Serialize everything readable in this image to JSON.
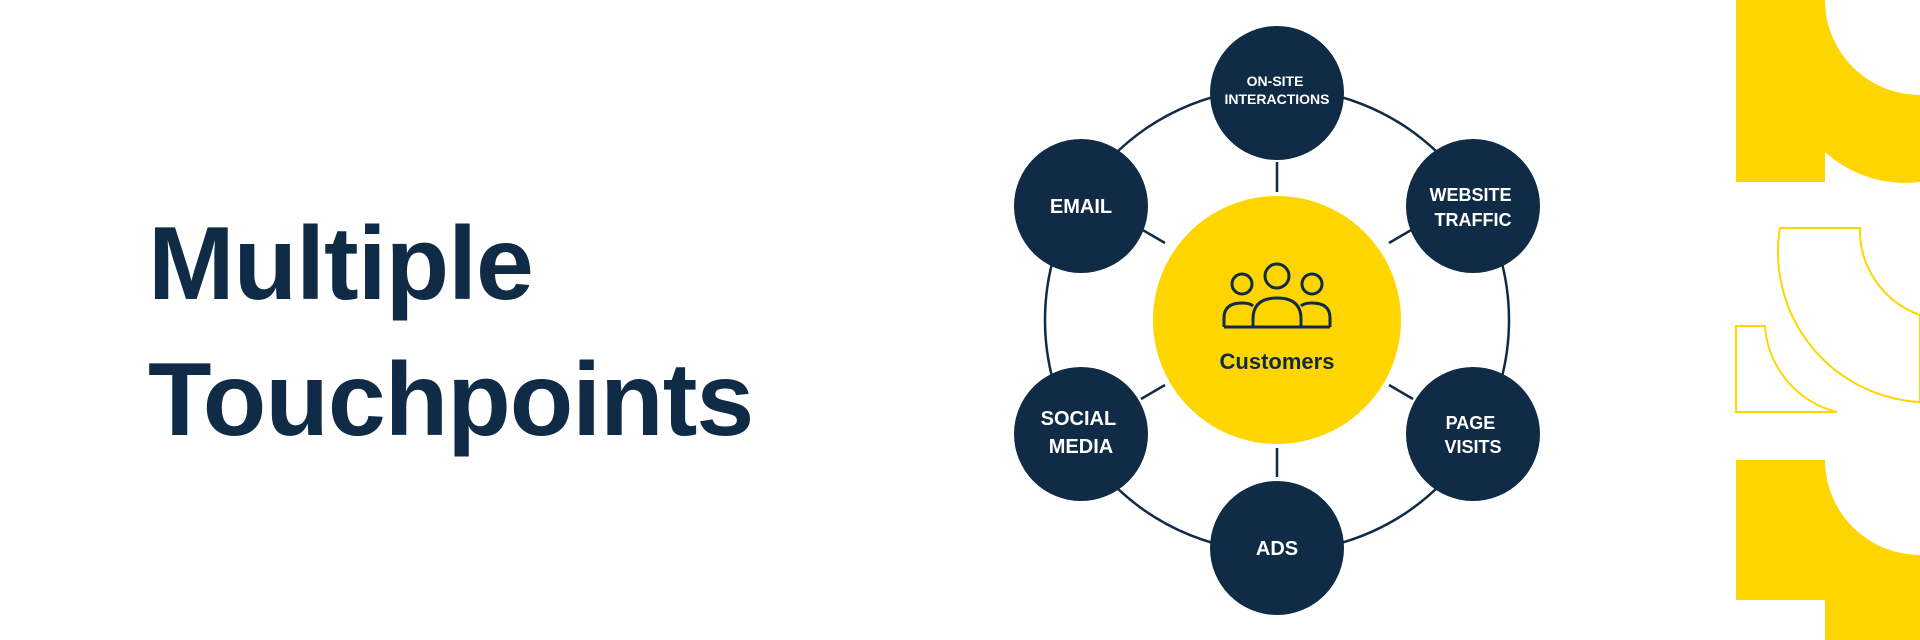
{
  "headline": {
    "line1": "Multiple",
    "line2": "Touchpoints"
  },
  "hub": {
    "label": "Customers",
    "icon": "people-group-icon"
  },
  "touchpoints": [
    {
      "id": "on-site-interactions",
      "lines": [
        "ON-SITE",
        "INTERACTIONS"
      ]
    },
    {
      "id": "website-traffic",
      "lines": [
        "WEBSITE",
        "TRAFFIC"
      ]
    },
    {
      "id": "page-visits",
      "lines": [
        "PAGE",
        "VISITS"
      ]
    },
    {
      "id": "ads",
      "lines": [
        "ADS"
      ]
    },
    {
      "id": "social-media",
      "lines": [
        "SOCIAL",
        "MEDIA"
      ]
    },
    {
      "id": "email",
      "lines": [
        "EMAIL"
      ]
    }
  ],
  "colors": {
    "navy": "#0f2b46",
    "yellow": "#ffd500",
    "white": "#ffffff"
  }
}
